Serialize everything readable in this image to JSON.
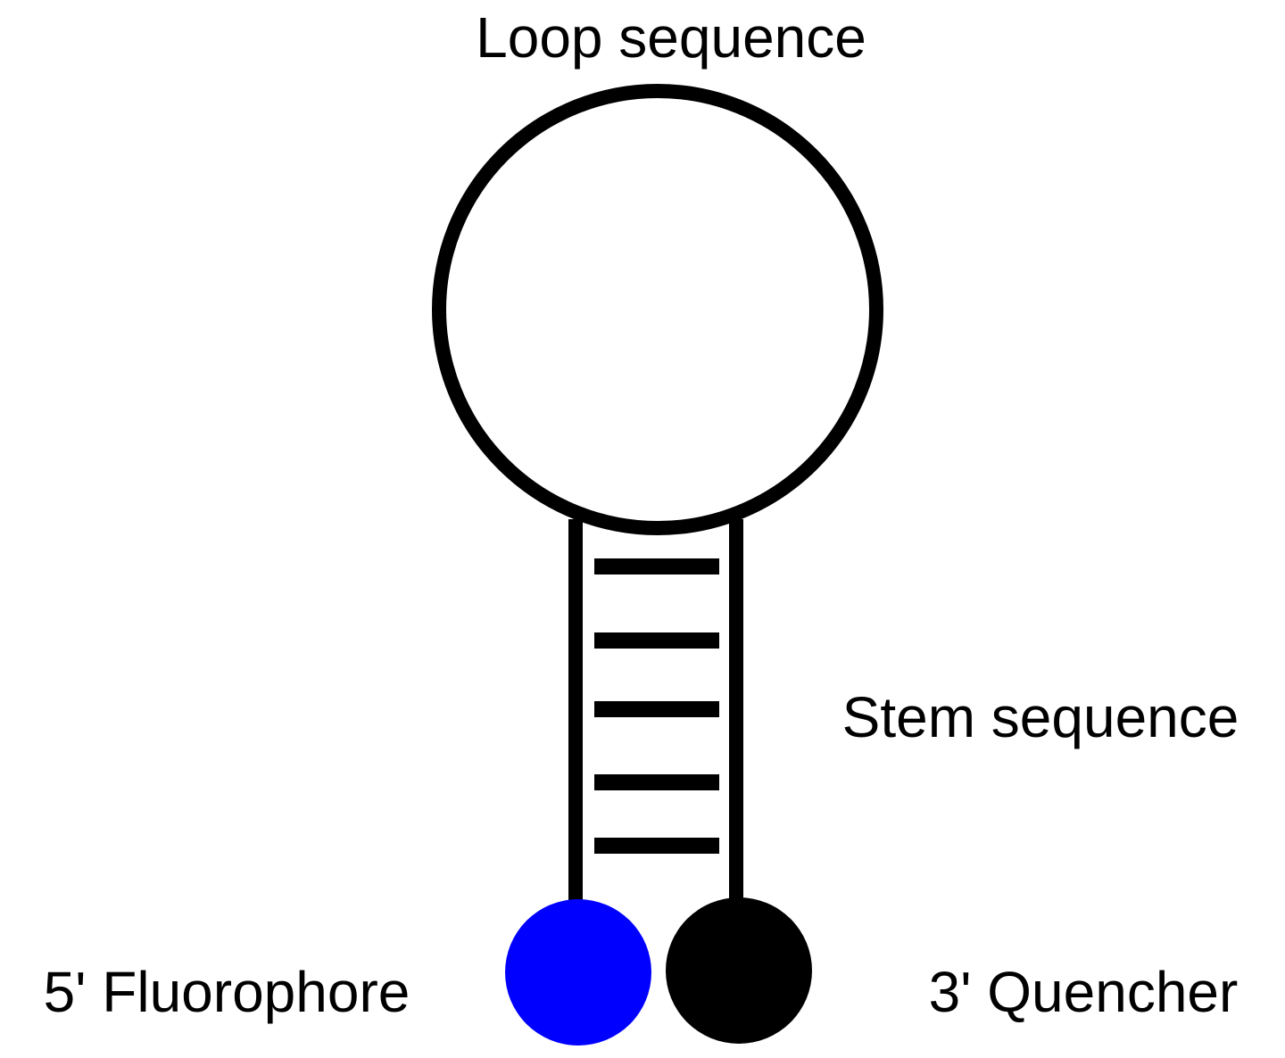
{
  "labels": {
    "loop": "Loop sequence",
    "stem": "Stem sequence",
    "fluorophore": "5' Fluorophore",
    "quencher": "3' Quencher"
  },
  "colors": {
    "stroke": "#000000",
    "background": "#ffffff",
    "fluorophore": "#0000ff",
    "quencher": "#000000"
  },
  "stem": {
    "base_pair_count": 5
  }
}
